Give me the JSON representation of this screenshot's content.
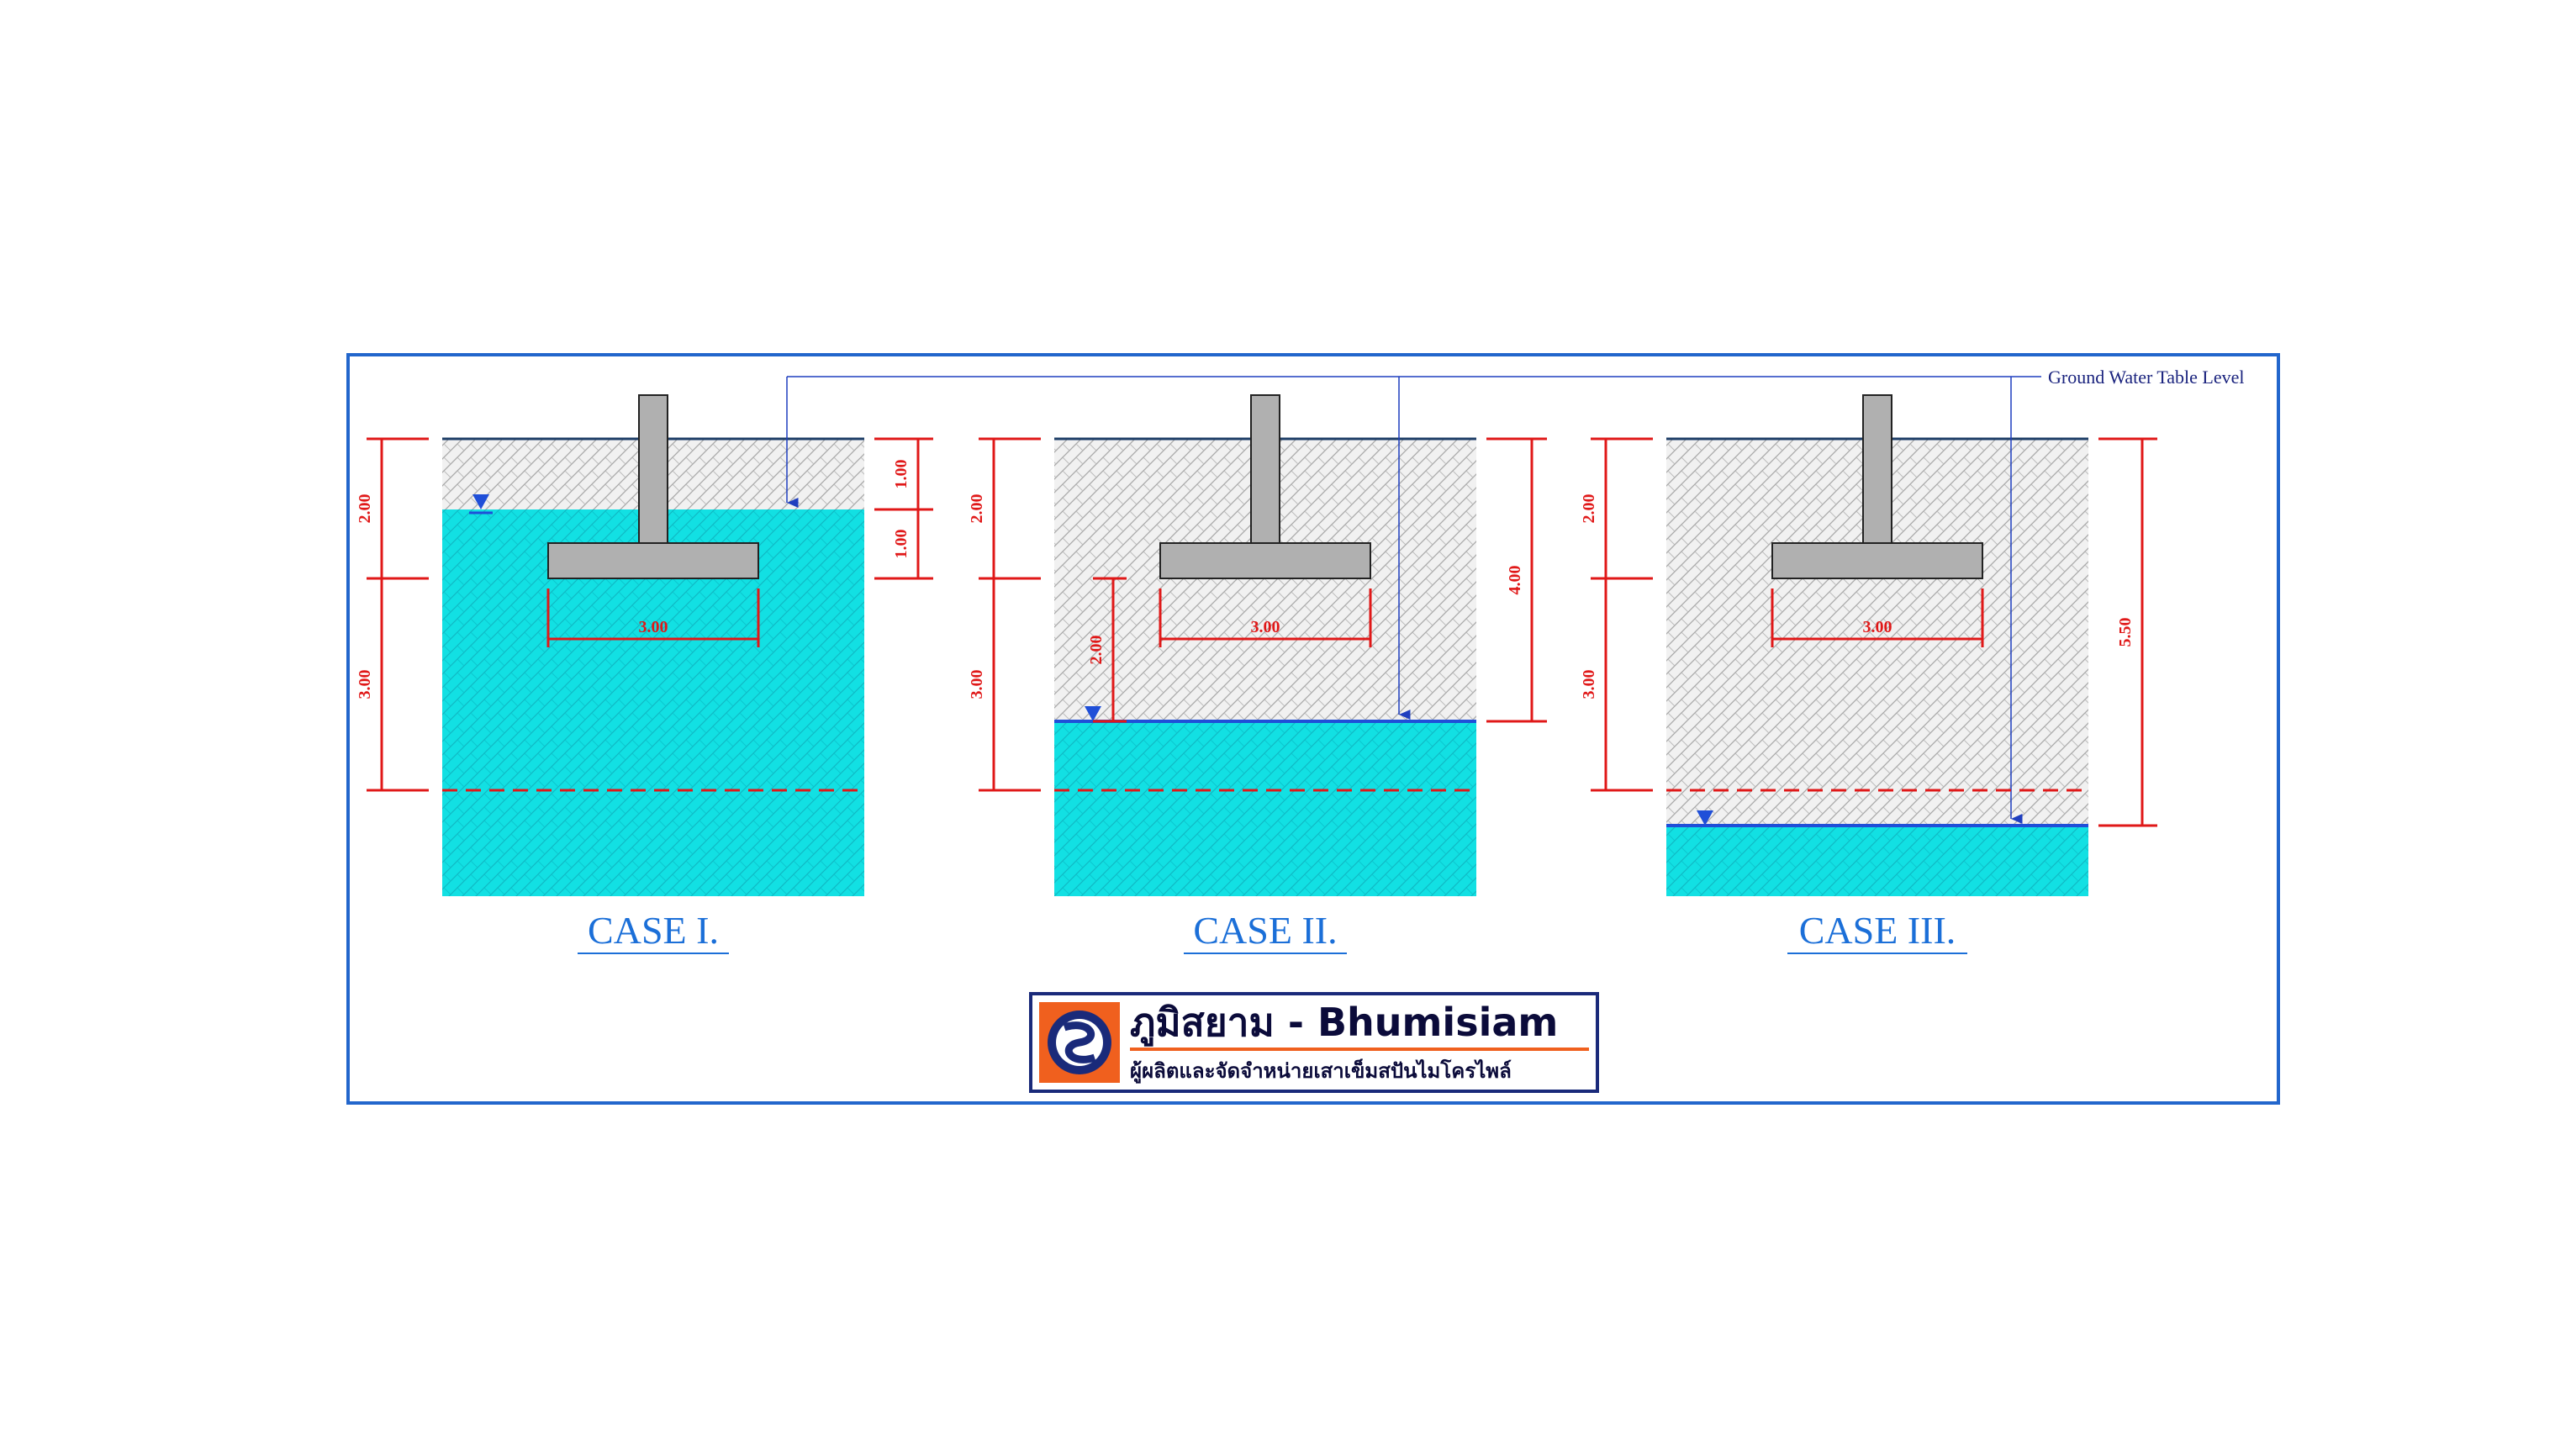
{
  "annotation": {
    "ground_water_table": "Ground Water Table Level"
  },
  "colors": {
    "frame": "#2266cc",
    "water": "#11e2e4",
    "soil": "#eeeeee",
    "footing": "#b0b0b0",
    "dimension": "#e01818",
    "water_line": "#1f4fd8",
    "label": "#1b6fd8"
  },
  "cases": [
    {
      "label": "CASE I.",
      "footing_width": "3.00",
      "depth_top": "2.00",
      "depth_influence": "3.00",
      "water_depth_a": "1.00",
      "water_depth_b": "1.00",
      "water_table_depth_m": 1.0
    },
    {
      "label": "CASE II.",
      "footing_width": "3.00",
      "depth_top": "2.00",
      "depth_influence": "3.00",
      "water_below_footing": "2.00",
      "water_depth_total": "4.00",
      "water_table_depth_m": 4.0
    },
    {
      "label": "CASE III.",
      "footing_width": "3.00",
      "depth_top": "2.00",
      "depth_influence": "3.00",
      "water_depth_total": "5.50",
      "water_table_depth_m": 5.5
    }
  ],
  "brand": {
    "title": "ภูมิสยาม - Bhumisiam",
    "subtitle": "ผู้ผลิตและจัดจำหน่ายเสาเข็มสปันไมโครไพล์",
    "logo_icon": "bhumisiam-logo-icon"
  }
}
